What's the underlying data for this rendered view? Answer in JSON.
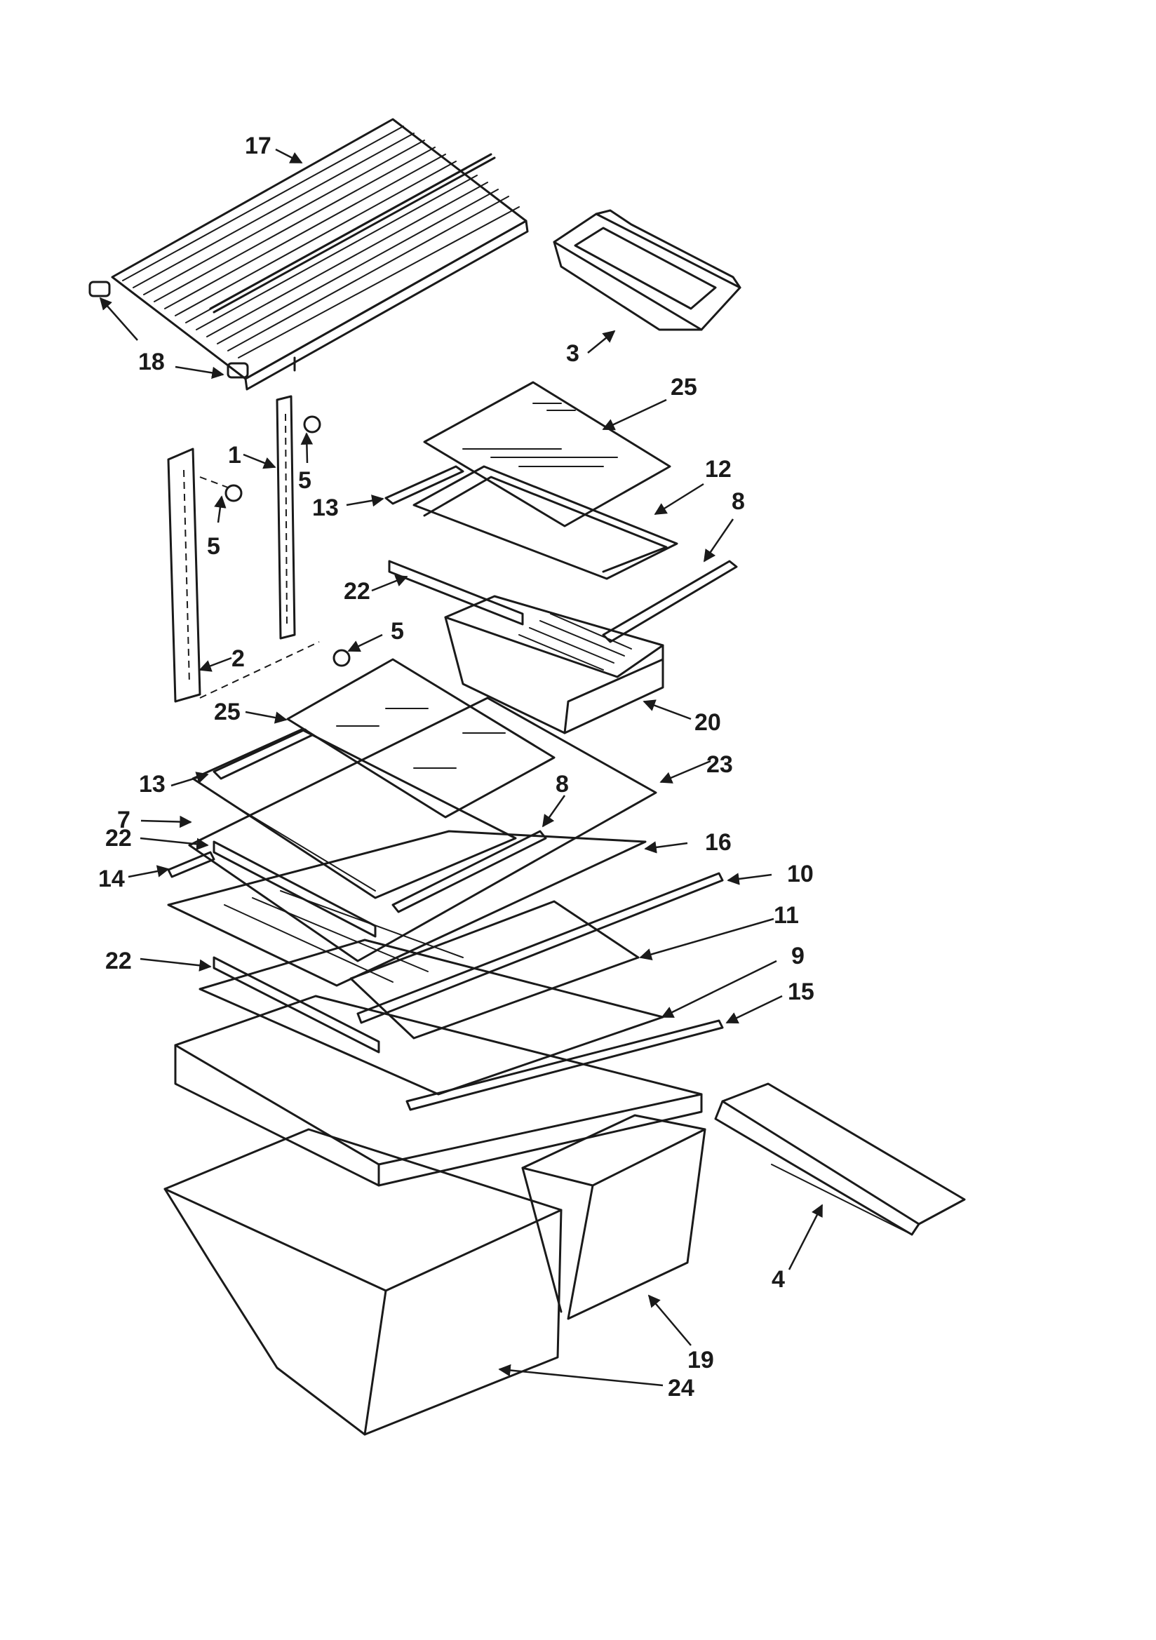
{
  "callouts": [
    "17",
    "18",
    "3",
    "25",
    "1",
    "5",
    "5",
    "13",
    "12",
    "8",
    "22",
    "5",
    "2",
    "20",
    "25",
    "23",
    "13",
    "7",
    "8",
    "22",
    "16",
    "14",
    "10",
    "11",
    "22",
    "9",
    "15",
    "4",
    "19",
    "24"
  ]
}
